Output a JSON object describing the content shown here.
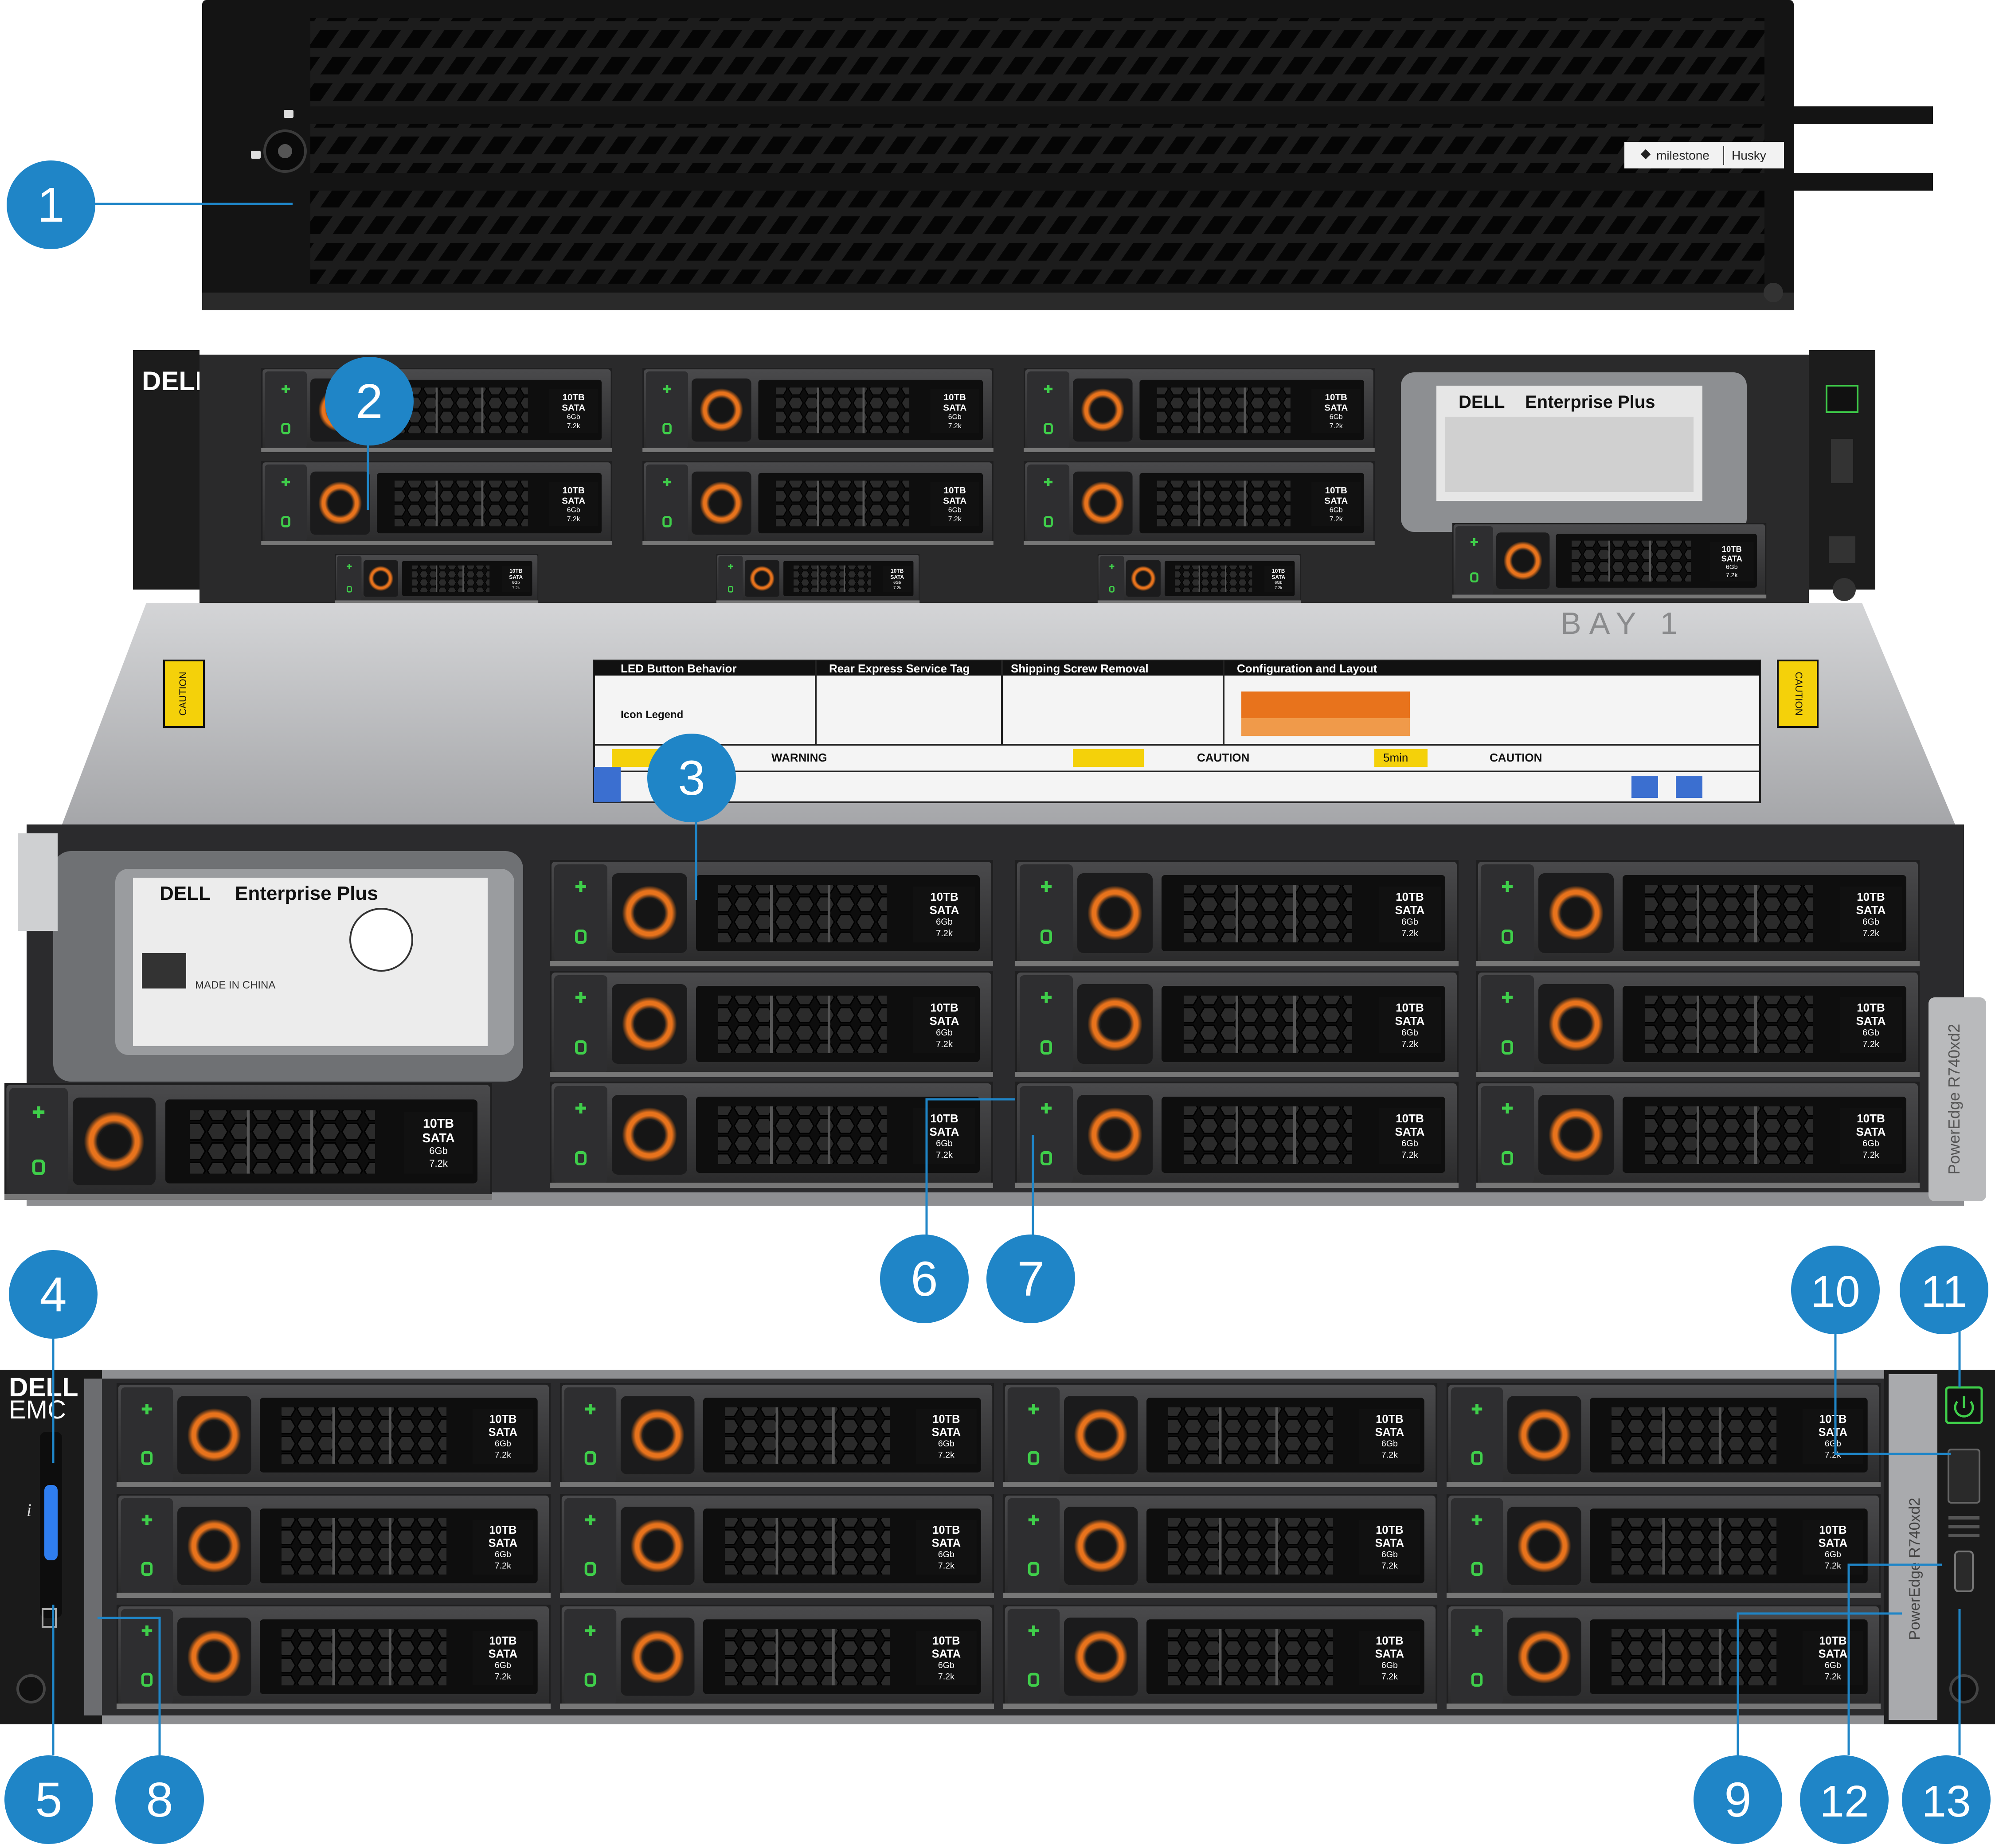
{
  "bezel": {
    "brand_left": "milestone",
    "brand_right": "Husky",
    "lock_icon": "padlock-icon"
  },
  "chassis_top": {
    "bay_label": "BAY 1",
    "label_title_led": "LED Button Behavior",
    "label_title_express": "Rear Express Service Tag",
    "label_title_shipping": "Shipping Screw Removal",
    "label_title_config": "Configuration and Layout",
    "label_title_icon": "Icon Legend",
    "warning_text": "WARNING",
    "caution_heavy": "CAUTION",
    "caution_drawer": "CAUTION",
    "timer_text": "5min",
    "side_caution": "CAUTION"
  },
  "drive": {
    "capacity": "10TB",
    "interface": "SATA",
    "speed": "6Gb",
    "rpm": "7.2k",
    "label_brand": "DELL",
    "label_series": "Enterprise Plus",
    "origin": "MADE IN CHINA"
  },
  "server": {
    "vendor_top": "DELL",
    "vendor_bottom": "EMC",
    "model": "PowerEdge R740xd2"
  },
  "callouts": [
    "1",
    "2",
    "3",
    "4",
    "5",
    "6",
    "7",
    "8",
    "9",
    "10",
    "11",
    "12",
    "13"
  ],
  "colors": {
    "callout_blue": "#1f85c7",
    "bezel_black": "#1a1a1a",
    "drive_orange": "#e8731c",
    "led_green": "#3fce4a",
    "chassis_silver": "#b8b9bb",
    "caution_yellow": "#f4d10a"
  }
}
